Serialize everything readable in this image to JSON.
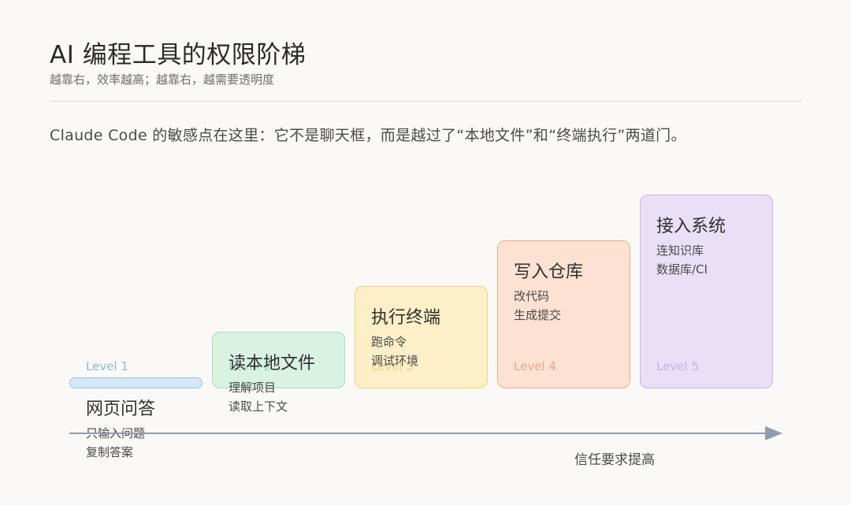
{
  "header": {
    "title": "AI 编程工具的权限阶梯",
    "subtitle": "越靠右，效率越高；越靠右，越需要透明度"
  },
  "intro": "Claude Code 的敏感点在这里：它不是聊天框，而是越过了“本地文件”和“终端执行”两道门。",
  "axis_label": "信任要求提高",
  "colors": {
    "level1": "#d6e7f7",
    "level2": "#daf2e4",
    "level3": "#fdf0c8",
    "level4": "#fde1d3",
    "level5": "#e9e0f7",
    "axis": "#8e9dac"
  },
  "steps": [
    {
      "level": "Level 1",
      "name": "网页问答",
      "details": [
        "只输入问题",
        "复制答案"
      ]
    },
    {
      "level": "Level 2",
      "name": "读本地文件",
      "details": [
        "理解项目",
        "读取上下文"
      ]
    },
    {
      "level": "Level 3",
      "name": "执行终端",
      "details": [
        "跑命令",
        "调试环境"
      ]
    },
    {
      "level": "Level 4",
      "name": "写入仓库",
      "details": [
        "改代码",
        "生成提交"
      ]
    },
    {
      "level": "Level 5",
      "name": "接入系统",
      "details": [
        "连知识库",
        "数据库/CI"
      ]
    }
  ]
}
